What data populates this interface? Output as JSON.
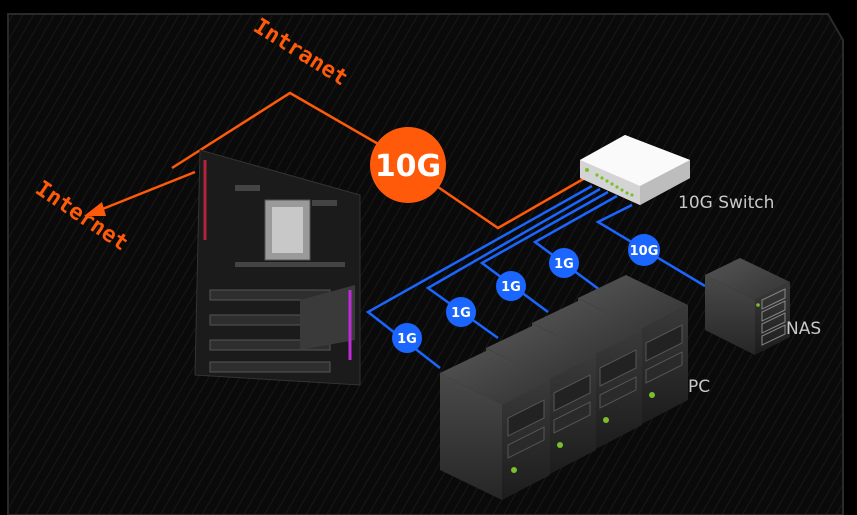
{
  "labels": {
    "intranet": "Intranet",
    "internet": "Internet",
    "switch": "10G Switch",
    "nas": "NAS",
    "pc": "PC"
  },
  "links": {
    "uplink": "10G",
    "nas_link": "10G",
    "pc_links": [
      "1G",
      "1G",
      "1G",
      "1G"
    ]
  },
  "colors": {
    "orange": "#ff5a0a",
    "blue": "#1a66ff",
    "background": "#0c0c0c"
  }
}
